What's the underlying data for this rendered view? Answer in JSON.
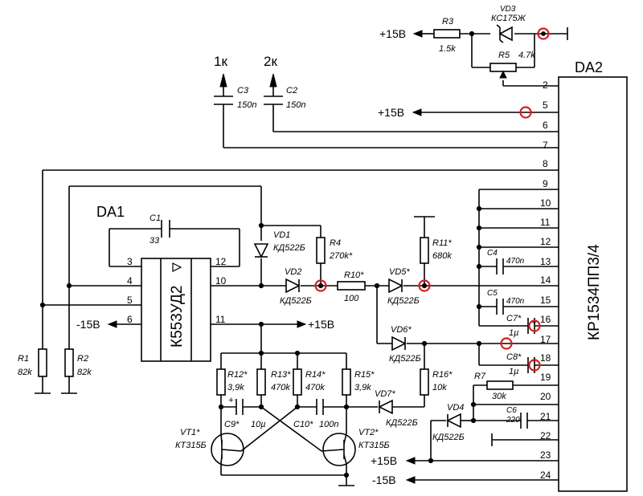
{
  "chips": {
    "da1": {
      "ref": "DA1",
      "part": "К553УД2",
      "pins": [
        "3",
        "4",
        "5",
        "6",
        "12",
        "10",
        "11"
      ]
    },
    "da2": {
      "ref": "DA2",
      "part": "КР1534ПП3/4",
      "pins": [
        "2",
        "5",
        "6",
        "7",
        "8",
        "9",
        "10",
        "11",
        "12",
        "13",
        "14",
        "15",
        "16",
        "17",
        "18",
        "19",
        "20",
        "21",
        "22",
        "23",
        "24"
      ]
    }
  },
  "nets": {
    "plus15_top": "+15В",
    "plus15_pin5": "+15В",
    "plus15_da1": "+15В",
    "minus15_da1": "-15В",
    "plus15_pin23": "+15В",
    "minus15_pin24": "-15В",
    "out1": "1к",
    "out2": "2к"
  },
  "components": {
    "r1": {
      "ref": "R1",
      "value": "82k"
    },
    "r2": {
      "ref": "R2",
      "value": "82k"
    },
    "r3": {
      "ref": "R3",
      "value": "1.5k"
    },
    "r4": {
      "ref": "R4",
      "value": "270k*"
    },
    "r5": {
      "ref": "R5",
      "value": "4.7k"
    },
    "r7": {
      "ref": "R7",
      "value": "30k"
    },
    "r10": {
      "ref": "R10*",
      "value": "100"
    },
    "r11": {
      "ref": "R11*",
      "value": "680k"
    },
    "r12": {
      "ref": "R12*",
      "value": "3,9k"
    },
    "r13": {
      "ref": "R13*",
      "value": "470k"
    },
    "r14": {
      "ref": "R14*",
      "value": "470k"
    },
    "r15": {
      "ref": "R15*",
      "value": "3,9k"
    },
    "r16": {
      "ref": "R16*",
      "value": "10k"
    },
    "c1": {
      "ref": "C1",
      "value": "33"
    },
    "c2": {
      "ref": "C2",
      "value": "150n"
    },
    "c3": {
      "ref": "C3",
      "value": "150n"
    },
    "c4": {
      "ref": "C4",
      "value": "470n"
    },
    "c5": {
      "ref": "C5",
      "value": "470n"
    },
    "c6": {
      "ref": "C6",
      "value": "220"
    },
    "c7": {
      "ref": "C7*",
      "value": "1µ"
    },
    "c8": {
      "ref": "C8*",
      "value": "1µ"
    },
    "c9": {
      "ref": "C9*",
      "value": "10µ"
    },
    "c10": {
      "ref": "C10*",
      "value": "100n"
    },
    "vd1": {
      "ref": "VD1",
      "value": "КД522Б"
    },
    "vd2": {
      "ref": "VD2",
      "value": "КД522Б"
    },
    "vd3": {
      "ref": "VD3",
      "value": "КС175Ж"
    },
    "vd4": {
      "ref": "VD4",
      "value": "КД522Б"
    },
    "vd5": {
      "ref": "VD5*",
      "value": "КД522Б"
    },
    "vd6": {
      "ref": "VD6*",
      "value": "КД522Б"
    },
    "vd7": {
      "ref": "VD7*",
      "value": "КД522Б"
    },
    "vt1": {
      "ref": "VT1*",
      "value": "КТ315Б"
    },
    "vt2": {
      "ref": "VT2*",
      "value": "КТ315Б"
    }
  },
  "test_point_color": "#d42020"
}
